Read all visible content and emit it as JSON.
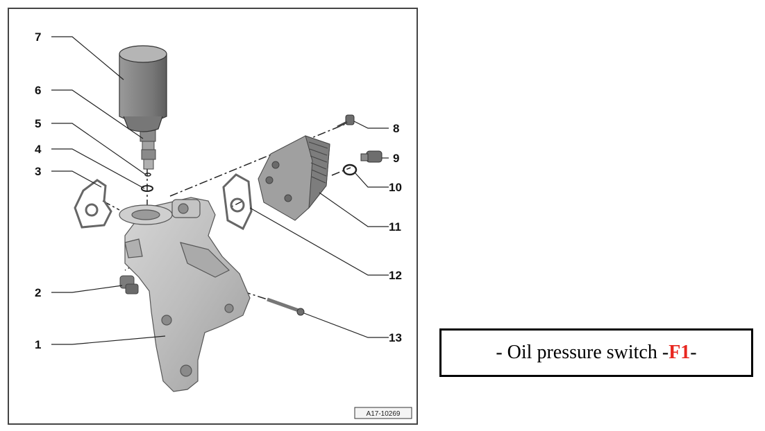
{
  "diagram": {
    "reference_code": "A17-10269",
    "callouts": [
      {
        "number": "1",
        "part": "oil-filter-housing"
      },
      {
        "number": "2",
        "part": "oil-pressure-switch"
      },
      {
        "number": "3",
        "part": "gasket"
      },
      {
        "number": "4",
        "part": "o-ring"
      },
      {
        "number": "5",
        "part": "o-ring"
      },
      {
        "number": "6",
        "part": "valve"
      },
      {
        "number": "7",
        "part": "oil-filter"
      },
      {
        "number": "8",
        "part": "bolt"
      },
      {
        "number": "9",
        "part": "plug"
      },
      {
        "number": "10",
        "part": "o-ring"
      },
      {
        "number": "11",
        "part": "oil-cooler"
      },
      {
        "number": "12",
        "part": "gasket"
      },
      {
        "number": "13",
        "part": "bolt"
      }
    ]
  },
  "caption": {
    "prefix": "-  Oil pressure switch -",
    "code": "F1",
    "suffix": "-",
    "code_color": "#e8261f"
  }
}
